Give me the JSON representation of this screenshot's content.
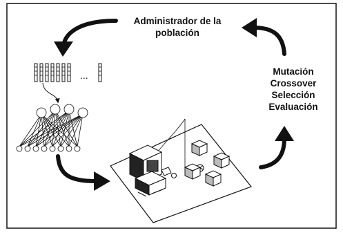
{
  "title_lines": [
    "Administrador de la",
    "población"
  ],
  "operations": [
    "Mutación",
    "Crossover",
    "Selección",
    "Evaluación"
  ],
  "ellipsis": "...",
  "colors": {
    "ink": "#111111",
    "paper": "#ffffff"
  }
}
